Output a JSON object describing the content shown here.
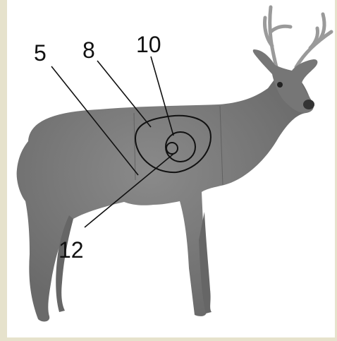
{
  "figure": {
    "subject": "whitetail deer",
    "colors": {
      "background": "#e6e2cc",
      "panel": "#ffffff",
      "deer_body": "#7c7c7c",
      "deer_dark": "#5a5a5a",
      "lines": "#111111"
    }
  },
  "scoring_labels": {
    "five": "5",
    "eight": "8",
    "ten": "10",
    "twelve": "12"
  }
}
